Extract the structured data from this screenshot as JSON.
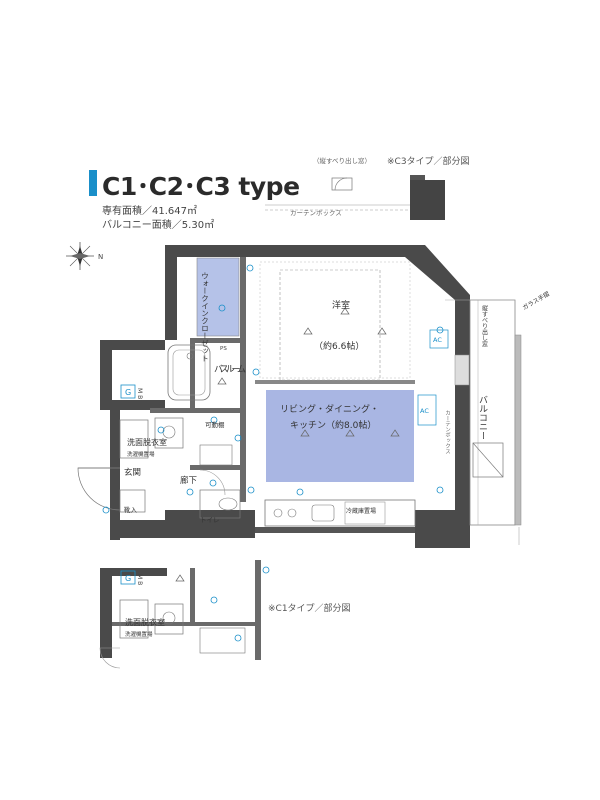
{
  "header": {
    "title": "C1･C2･C3 type",
    "private_area": "専有面積／41.647㎡",
    "balcony_area": "バルコニー面積／5.30㎡",
    "accent_color": "#1a8fc9"
  },
  "notes": {
    "c3_partial": "※C3タイプ／部分図",
    "c1_partial": "※C1タイプ／部分図"
  },
  "labels": {
    "vertical_slide_window_top": "（縦すべり出し窓）",
    "curtain_box_top": "カーテンボックス",
    "walk_in_closet": "ウォークインクローゼット",
    "bedroom": "洋室",
    "bedroom_size": "（約6.6帖）",
    "bath": "バスルーム",
    "living": "リビング・ダイニング・",
    "living2": "キッチン（約8.0帖）",
    "washroom": "洗面脱衣室",
    "washroom_sub": "洗濯機置場",
    "movable_shelf": "可動棚",
    "entrance": "玄関",
    "hallway": "廊下",
    "toilet": "トイレ",
    "shoe_storage": "靴入",
    "fridge": "冷蔵庫置場",
    "balcony": "バルコニー",
    "vertical_slide_window": "縦すべり出し窓",
    "glass_rail": "ガラス手摺",
    "curtain_box_side": "カーテンボックス",
    "ps": "PS",
    "ac": "AC",
    "mb": "M B",
    "g": "G"
  },
  "colors": {
    "wall": "#4a4a4a",
    "wall_dark": "#333333",
    "room_fill": "#a9b6e3",
    "closet_fill": "#b5c2e8",
    "line": "#777777",
    "fixture": "#6a6a6a",
    "accent": "#1a8fc9"
  }
}
